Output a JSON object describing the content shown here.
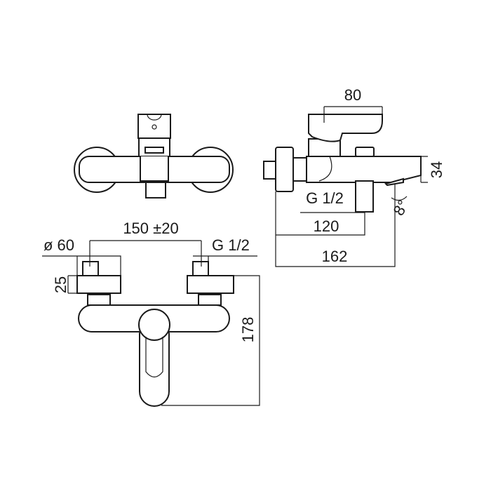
{
  "dimensions": {
    "handle_reach": "80",
    "spout_height": "34",
    "inlet_thread_side": "G 1/2",
    "spout_angle": "8°",
    "outlet_distance": "120",
    "total_depth": "162",
    "inlet_spacing": "150 ±20",
    "flange_diameter": "ø 60",
    "inlet_thread_front": "G 1/2",
    "flange_depth": "25",
    "total_height": "178"
  }
}
